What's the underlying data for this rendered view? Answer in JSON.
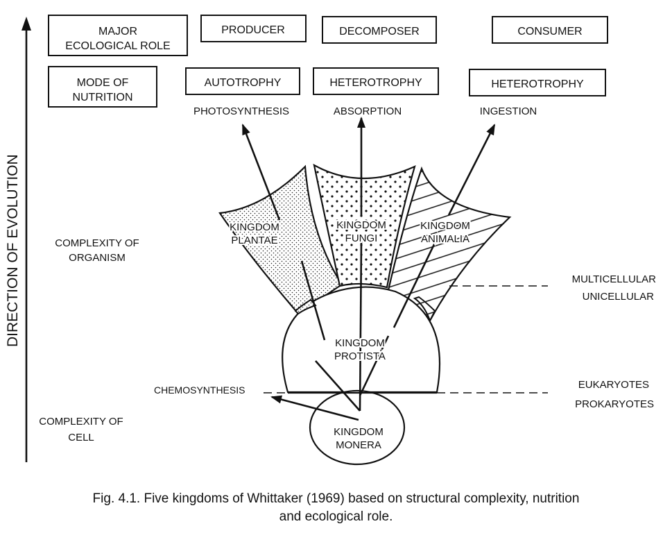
{
  "figure": {
    "axis_label": "DIRECTION OF EVOLUTION",
    "row_labels": {
      "ecological_role": [
        "MAJOR",
        "ECOLOGICAL  ROLE"
      ],
      "mode_of_nutrition": [
        "MODE OF",
        "NUTRITION"
      ],
      "complexity_of_organism": [
        "COMPLEXITY OF",
        "ORGANISM"
      ],
      "complexity_of_cell": [
        "COMPLEXITY OF",
        "CELL"
      ]
    },
    "ecological_roles": [
      "PRODUCER",
      "DECOMPOSER",
      "CONSUMER"
    ],
    "nutrition_modes": [
      "AUTOTROPHY",
      "HETEROTROPHY",
      "HETEROTROPHY"
    ],
    "nutrition_methods": [
      "PHOTOSYNTHESIS",
      "ABSORPTION",
      "INGESTION"
    ],
    "kingdoms": {
      "plantae": [
        "KINGDOM",
        "PLANTAE"
      ],
      "fungi": [
        "KINGDOM",
        "FUNGI"
      ],
      "animalia": [
        "KINGDOM",
        "ANIMALIA"
      ],
      "protista": [
        "KINGDOM",
        "PROTISTA"
      ],
      "monera": [
        "KINGDOM",
        "MONERA"
      ]
    },
    "chemosynthesis": "CHEMOSYNTHESIS",
    "boundaries": {
      "multicellular": "MULTICELLULAR",
      "unicellular": "UNICELLULAR",
      "eukaryotes": "EUKARYOTES",
      "prokaryotes": "PROKARYOTES"
    },
    "fills": {
      "plantae": "fine-dots",
      "fungi": "coarse-dots",
      "animalia": "diagonal-hatch"
    }
  },
  "caption": {
    "line1": "Fig. 4.1. Five kingdoms of Whittaker (1969) based on structural complexity, nutrition",
    "line2": "and ecological role."
  }
}
